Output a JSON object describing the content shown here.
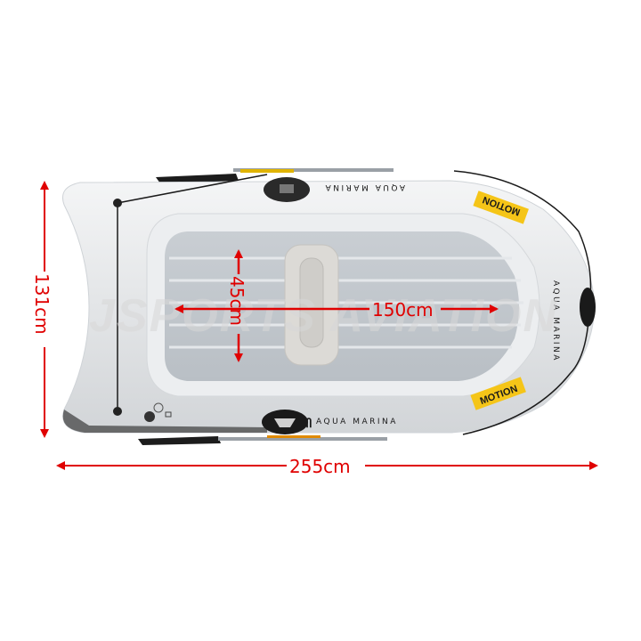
{
  "image": {
    "subject": "inflatable boat top view",
    "background": "#ffffff"
  },
  "dimensions": {
    "overall_length": "255cm",
    "overall_width": "131cm",
    "inner_length": "150cm",
    "inner_width": "45cm",
    "annotation_color": "#e00000"
  },
  "branding": {
    "brand_text": "AQUA MARINA",
    "model_label": "MOTION",
    "model_label_color": "#f5c518"
  },
  "watermark": {
    "text": "JSPORTS AVIATION"
  }
}
